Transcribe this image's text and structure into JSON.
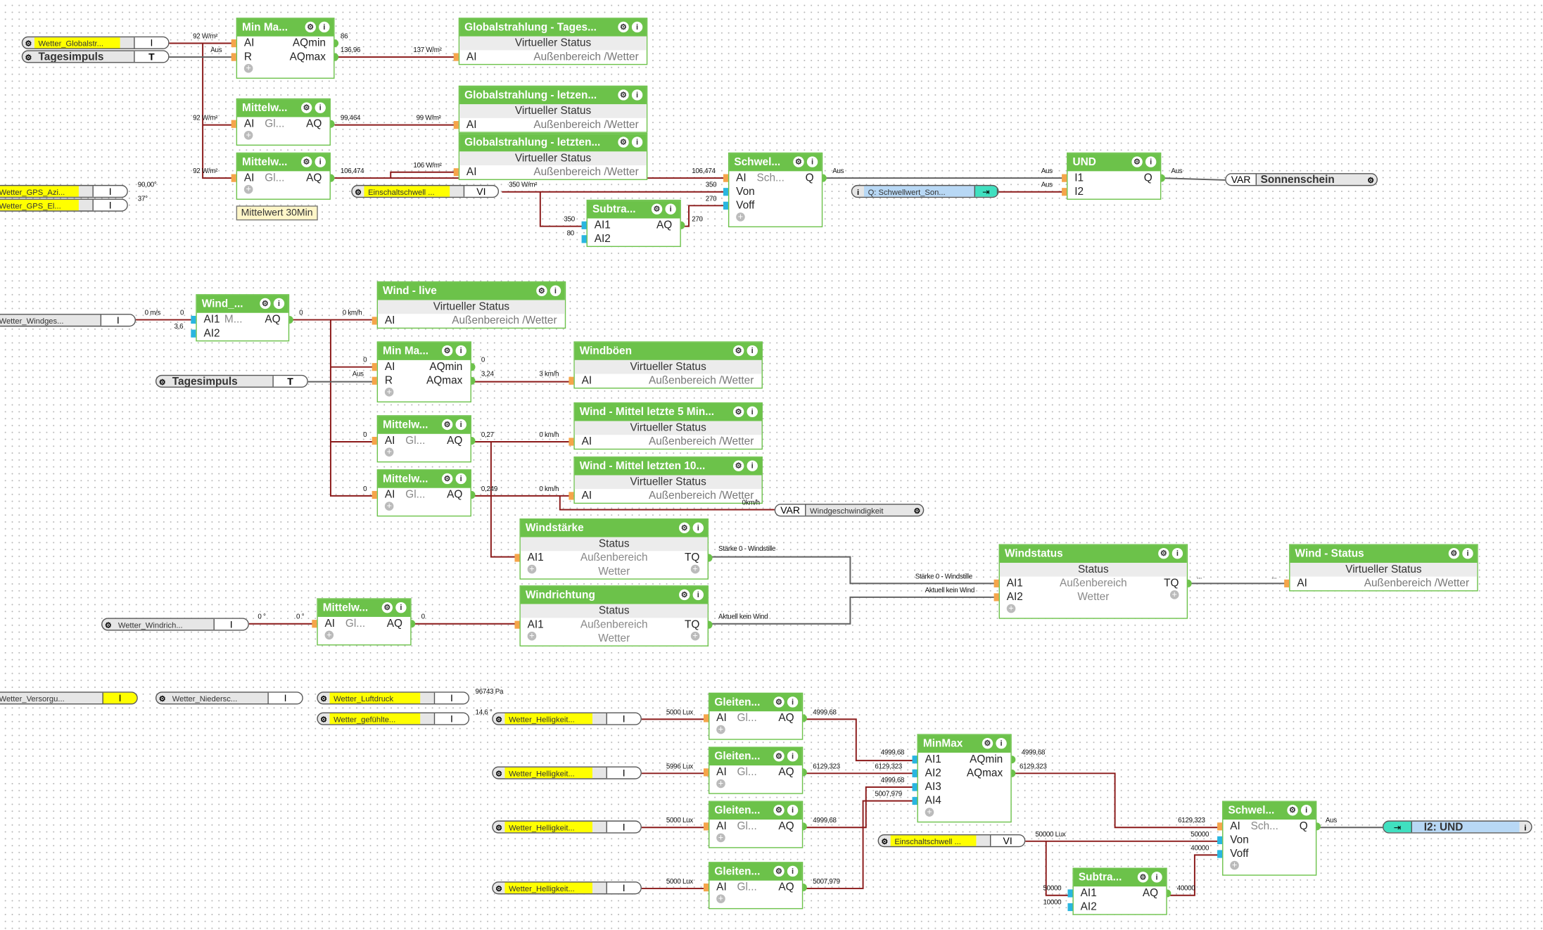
{
  "colors": {
    "block_header": "#6cc24a",
    "analog_wire": "#8b1a1a",
    "digital_wire": "#606060",
    "pin_analog": "#f5a54a",
    "pin_cyan": "#29b6e0",
    "highlight": "#ffff00",
    "reference": "#b8d8f5"
  },
  "comment": "Mittelwert 30Min",
  "blocks": [
    {
      "title": "Min Ma...",
      "type": "func",
      "inputs": [
        "AI",
        "R"
      ],
      "outputs": [
        "AQmin",
        "AQmax"
      ]
    },
    {
      "title": "Globalstrahlung - Tages...",
      "type": "vstatus",
      "status": "Virtueller Status",
      "inputs": [
        "AI"
      ],
      "room": "Außenbereich /Wetter"
    },
    {
      "title": "Mittelw...",
      "type": "func",
      "inputs": [
        "AI"
      ],
      "outputs": [
        "AQ"
      ],
      "mid": "Gl..."
    },
    {
      "title": "Globalstrahlung - letzen...",
      "type": "vstatus",
      "status": "Virtueller Status",
      "inputs": [
        "AI"
      ],
      "room": "Außenbereich /Wetter"
    },
    {
      "title": "Globalstrahlung - letzten...",
      "type": "vstatus",
      "status": "Virtueller Status",
      "inputs": [
        "AI"
      ],
      "room": "Außenbereich /Wetter"
    },
    {
      "title": "Mittelw...",
      "type": "func",
      "inputs": [
        "AI"
      ],
      "outputs": [
        "AQ"
      ],
      "mid": "Gl..."
    },
    {
      "title": "Schwel...",
      "type": "func",
      "inputs": [
        "AI",
        "Von",
        "Voff"
      ],
      "outputs": [
        "Q"
      ],
      "mid": "Sch..."
    },
    {
      "title": "Subtra...",
      "type": "func",
      "inputs": [
        "AI1",
        "AI2"
      ],
      "outputs": [
        "AQ"
      ],
      "noplus": true
    },
    {
      "title": "UND",
      "type": "func",
      "inputs": [
        "I1",
        "I2"
      ],
      "outputs": [
        "Q"
      ],
      "noplus": true
    },
    {
      "title": "Wind_...",
      "type": "func",
      "inputs": [
        "AI1",
        "AI2"
      ],
      "outputs": [
        "AQ"
      ],
      "mid": "M...",
      "noplus": true
    },
    {
      "title": "Wind - live",
      "type": "vstatus",
      "status": "Virtueller Status",
      "inputs": [
        "AI"
      ],
      "room": "Außenbereich /Wetter"
    },
    {
      "title": "Min Ma...",
      "type": "func",
      "inputs": [
        "AI",
        "R"
      ],
      "outputs": [
        "AQmin",
        "AQmax"
      ]
    },
    {
      "title": "Windböen",
      "type": "vstatus",
      "status": "Virtueller Status",
      "inputs": [
        "AI"
      ],
      "room": "Außenbereich /Wetter"
    },
    {
      "title": "Mittelw...",
      "type": "func",
      "inputs": [
        "AI"
      ],
      "outputs": [
        "AQ"
      ],
      "mid": "Gl..."
    },
    {
      "title": "Wind - Mittel letzte 5 Min...",
      "type": "vstatus",
      "status": "Virtueller Status",
      "inputs": [
        "AI"
      ],
      "room": "Außenbereich /Wetter"
    },
    {
      "title": "Mittelw...",
      "type": "func",
      "inputs": [
        "AI"
      ],
      "outputs": [
        "AQ"
      ],
      "mid": "Gl..."
    },
    {
      "title": "Wind - Mittel letzten 10...",
      "type": "vstatus",
      "status": "Virtueller Status",
      "inputs": [
        "AI"
      ],
      "room": "Außenbereich /Wetter"
    },
    {
      "title": "Windstärke",
      "type": "status",
      "status": "Status",
      "inputs": [
        "AI1"
      ],
      "outputs": [
        "TQ"
      ],
      "room": "Außenbereich",
      "category": "Wetter"
    },
    {
      "title": "Windrichtung",
      "type": "status",
      "status": "Status",
      "inputs": [
        "AI1"
      ],
      "outputs": [
        "TQ"
      ],
      "room": "Außenbereich",
      "category": "Wetter"
    },
    {
      "title": "Windstatus",
      "type": "status",
      "status": "Status",
      "inputs": [
        "AI1",
        "AI2"
      ],
      "outputs": [
        "TQ"
      ],
      "room": "Außenbereich",
      "category": "Wetter"
    },
    {
      "title": "Wind - Status",
      "type": "vstatus",
      "status": "Virtueller Status",
      "inputs": [
        "AI"
      ],
      "room": "Außenbereich /Wetter"
    },
    {
      "title": "Mittelw...",
      "type": "func",
      "inputs": [
        "AI"
      ],
      "outputs": [
        "AQ"
      ],
      "mid": "Gl..."
    },
    {
      "title": "Gleiten...",
      "type": "func",
      "inputs": [
        "AI"
      ],
      "outputs": [
        "AQ"
      ],
      "mid": "Gl..."
    },
    {
      "title": "Gleiten...",
      "type": "func",
      "inputs": [
        "AI"
      ],
      "outputs": [
        "AQ"
      ],
      "mid": "Gl..."
    },
    {
      "title": "Gleiten...",
      "type": "func",
      "inputs": [
        "AI"
      ],
      "outputs": [
        "AQ"
      ],
      "mid": "Gl..."
    },
    {
      "title": "Gleiten...",
      "type": "func",
      "inputs": [
        "AI"
      ],
      "outputs": [
        "AQ"
      ],
      "mid": "Gl..."
    },
    {
      "title": "MinMax",
      "type": "func",
      "inputs": [
        "AI1",
        "AI2",
        "AI3",
        "AI4"
      ],
      "outputs": [
        "AQmin",
        "AQmax"
      ]
    },
    {
      "title": "Schwel...",
      "type": "func",
      "inputs": [
        "AI",
        "Von",
        "Voff"
      ],
      "outputs": [
        "Q"
      ],
      "mid": "Sch..."
    },
    {
      "title": "Subtra...",
      "type": "func",
      "inputs": [
        "AI1",
        "AI2"
      ],
      "outputs": [
        "AQ"
      ],
      "noplus": true
    }
  ],
  "pills": [
    {
      "label": "Wetter_Globalstr...",
      "type": "I",
      "style": "yellow",
      "gear": true
    },
    {
      "label": "Tagesimpuls",
      "type": "T",
      "style": "big",
      "gear": true
    },
    {
      "label": "Wetter_GPS_Azi...",
      "type": "I",
      "style": "yellow",
      "gear": false
    },
    {
      "label": "Wetter_GPS_El...",
      "type": "I",
      "style": "yellow",
      "gear": false
    },
    {
      "label": "Einschaltschwell ...",
      "type": "VI",
      "style": "yellow",
      "gear": true
    },
    {
      "label": "Q: Schwellwert_Son...",
      "type": "",
      "style": "ref",
      "gear": false
    },
    {
      "label": "Sonnenschein",
      "type": "VAR",
      "style": "var",
      "gear": true
    },
    {
      "label": "Wetter_Windges...",
      "type": "I",
      "style": "gray",
      "gear": false
    },
    {
      "label": "Tagesimpuls",
      "type": "T",
      "style": "big",
      "gear": true
    },
    {
      "label": "Windgeschwindigkeit",
      "type": "VAR",
      "style": "var",
      "gear": true
    },
    {
      "label": "Wetter_Windrich...",
      "type": "I",
      "style": "gray",
      "gear": true
    },
    {
      "label": "Wetter_Versorgu...",
      "type": "I",
      "style": "grayy",
      "gear": false
    },
    {
      "label": "Wetter_Niedersc...",
      "type": "I",
      "style": "gray",
      "gear": true
    },
    {
      "label": "Wetter_Luftdruck",
      "type": "I",
      "style": "yellow",
      "gear": true
    },
    {
      "label": "Wetter_gefühlte...",
      "type": "I",
      "style": "yellow",
      "gear": true
    },
    {
      "label": "Wetter_Helligkeit...",
      "type": "I",
      "style": "yellow",
      "gear": true
    },
    {
      "label": "Wetter_Helligkeit...",
      "type": "I",
      "style": "yellow",
      "gear": true
    },
    {
      "label": "Wetter_Helligkeit...",
      "type": "I",
      "style": "yellow",
      "gear": true
    },
    {
      "label": "Wetter_Helligkeit...",
      "type": "I",
      "style": "yellow",
      "gear": true
    },
    {
      "label": "Einschaltschwell ...",
      "type": "VI",
      "style": "yellow",
      "gear": true
    },
    {
      "label": "I2: UND",
      "type": "",
      "style": "refout",
      "gear": false
    }
  ],
  "wire_labels": [
    "92 W/m²",
    "Aus",
    "86",
    "136,96",
    "137 W/m²",
    "92 W/m²",
    "99,464",
    "99 W/m²",
    "92 W/m²",
    "106,474",
    "106 W/m²",
    "106,474",
    "90,00°",
    "37°",
    "350 W/m²",
    "350",
    "270",
    "350",
    "80",
    "270",
    "Aus",
    "Aus",
    "Aus",
    "Aus",
    "0 m/s",
    "0",
    "3,6",
    "0",
    "0 km/h",
    "0",
    "Aus",
    "0",
    "3,24",
    "3 km/h",
    "0",
    "0,27",
    "0 km/h",
    "0",
    "0,249",
    "0 km/h",
    "0km/h",
    "Stärke 0 - Windstille",
    "Aktuell kein Wind",
    "Stärke 0 - Windstille",
    "Aktuell kein Wind",
    "...",
    "...",
    "0 °",
    "0 °",
    "0",
    "96743 Pa",
    "14,6 °",
    "5000 Lux",
    "4999,68",
    "5996 Lux",
    "6129,323",
    "5000 Lux",
    "4999,68",
    "5000 Lux",
    "5007,979",
    "4999,68",
    "6129,323",
    "4999,68",
    "5007,979",
    "4999,68",
    "6129,323",
    "6129,323",
    "50000 Lux",
    "50000",
    "40000",
    "50000",
    "10000",
    "40000",
    "Aus"
  ]
}
